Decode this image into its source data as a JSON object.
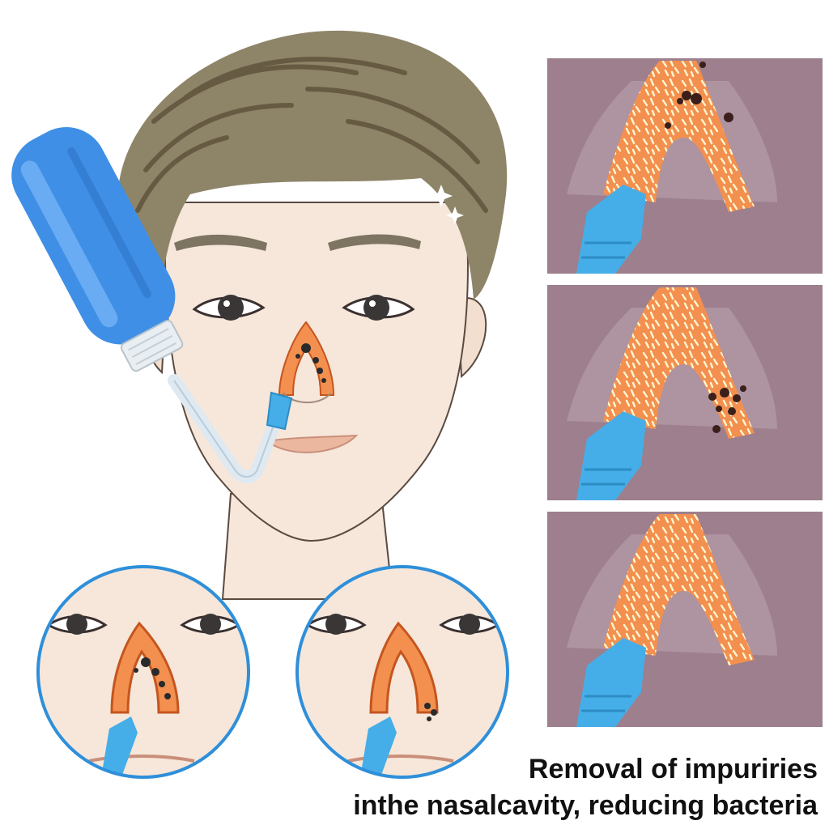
{
  "caption": {
    "line1": "Removal of impuriries",
    "line2": "inthe nasalcavity, reducing bacteria"
  },
  "colors": {
    "skin": "#f6e7da",
    "hair": "#8e8468",
    "hair_dark": "#5c5039",
    "bottle_blue": "#3f8fe6",
    "nozzle_blue": "#45aee8",
    "nasal_orange": "#f3904f",
    "panel_mauve": "#9d7f8d",
    "circle_border": "#2f8fd9"
  },
  "icons": [
    "sparkle-icon",
    "bacteria-icon"
  ],
  "panels": [
    {
      "stage": "before",
      "debris_count": 6
    },
    {
      "stage": "during",
      "debris_count": 7
    },
    {
      "stage": "after",
      "debris_count": 0
    }
  ]
}
